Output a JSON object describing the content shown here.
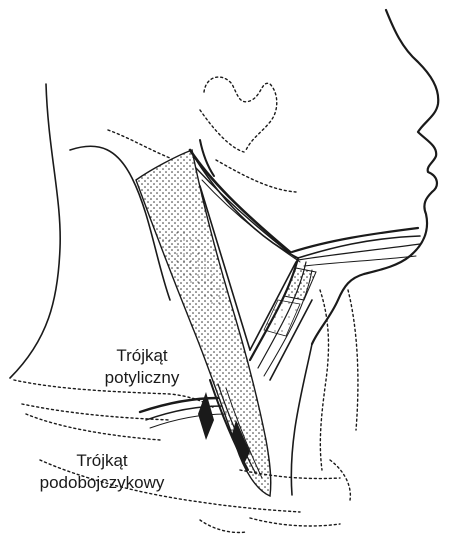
{
  "labels": {
    "occipital_triangle": {
      "line1": "Trójkąt",
      "line2": "potyliczny"
    },
    "subclavian_triangle": {
      "line1": "Trójkąt",
      "line2": "podobojczykowy"
    }
  },
  "colors": {
    "ink": "#1a1a1a",
    "background": "#ffffff"
  }
}
